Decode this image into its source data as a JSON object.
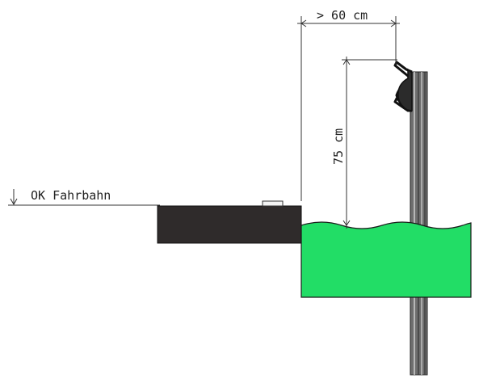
{
  "labels": {
    "clearance": "> 60 cm",
    "height": "75 cm",
    "road_level": "OK Fahrbahn"
  },
  "colors": {
    "line": "#333333",
    "road_slab": "#2f2b2b",
    "green_body": "#22dd66",
    "post": "#7a7a7a",
    "post_dark": "#333333"
  }
}
